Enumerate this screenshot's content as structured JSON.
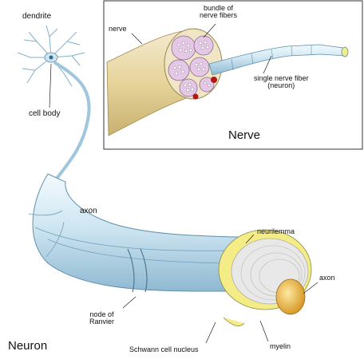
{
  "neuron": {
    "title": "Neuron",
    "labels": {
      "dendrite": "dendrite",
      "cell_body": "cell body",
      "axon_upper": "axon",
      "neurilemma": "neurilemma",
      "axon_core": "axon",
      "node_of_ranvier_line1": "node of",
      "node_of_ranvier_line2": "Ranvier",
      "schwann_cell_nucleus": "Schwann cell nucleus",
      "myelin": "myelin"
    }
  },
  "nerve_inset": {
    "title": "Nerve",
    "labels": {
      "nerve": "nerve",
      "bundle_line1": "bundle of",
      "bundle_line2": "nerve fibers",
      "single_fiber_line1": "single nerve fiber",
      "single_fiber_line2": "(neuron)"
    }
  },
  "colors": {
    "axon_tube": "#cfe6f2",
    "axon_tube_dark": "#9fc6dc",
    "myelin_yellow": "#f4ec86",
    "axon_core": "#e6b03a",
    "nerve_tan": "#e8d8a0",
    "bundle_pink": "#e2c6e4",
    "dot_red": "#b01818"
  }
}
